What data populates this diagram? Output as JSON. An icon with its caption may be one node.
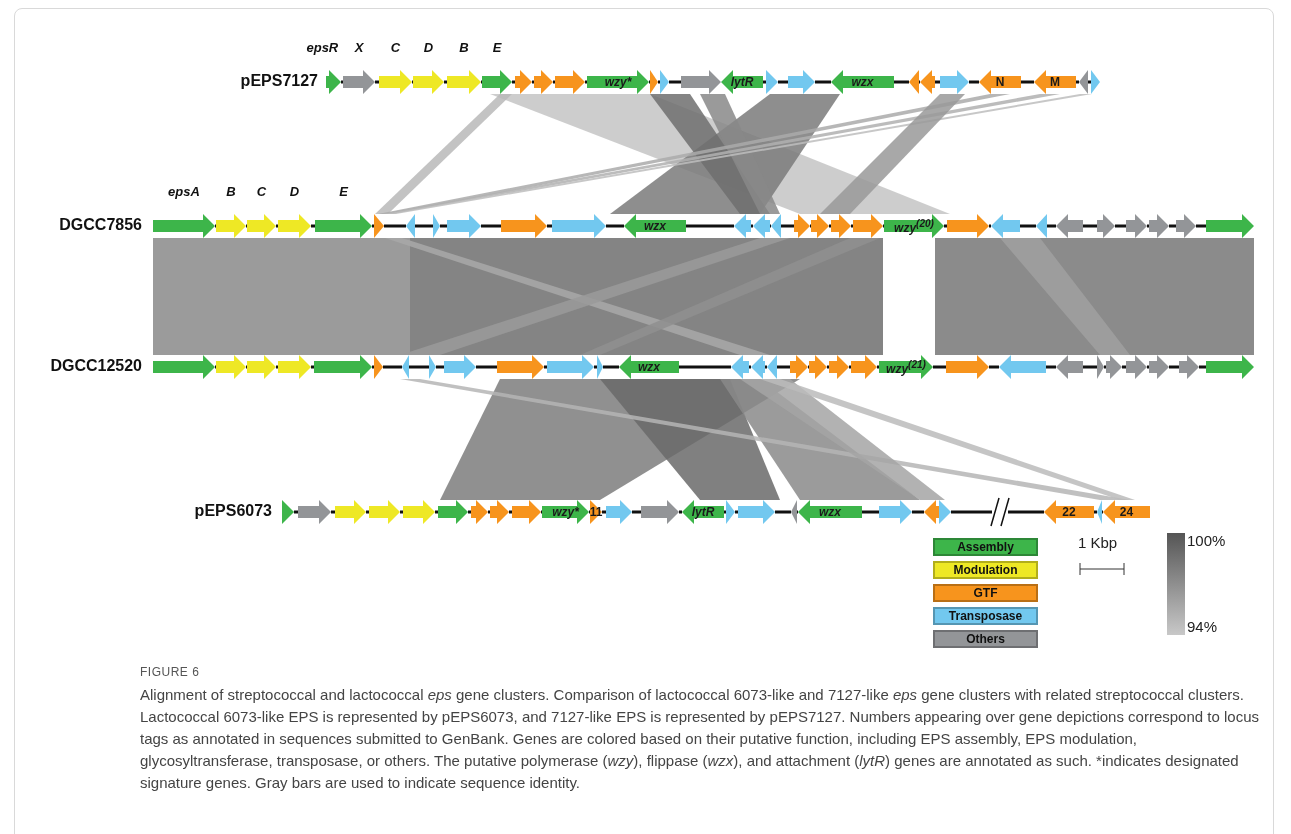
{
  "diagram": {
    "caption": "Alignment of streptococcal and lactococcal *eps* gene clusters. Comparison of lactococcal 6073-like and 7127-like *eps* gene clusters with related streptococcal clusters. Lactococcal 6073-like EPS is represented by pEPS6073, and 7127-like EPS is represented by pEPS7127. Numbers appearing over gene depictions correspond to locus tags as annotated in sequences submitted to GenBank. Genes are colored based on their putative function, including EPS assembly, EPS modulation, glycosyltransferase, transposase, or others. The putative polymerase (*wzy*), flippase (*wzx*), and attachment (*lytR*) genes are annotated as such. *indicates designated signature genes. Gray bars are used to indicate sequence identity.",
    "nodes": [
      {
        "text": [],
        "shape": "arrow",
        "beside": [
          "epsR"
        ]
      },
      {
        "text": [],
        "shape": "arrow",
        "beside": [
          "X"
        ]
      },
      {
        "text": [],
        "shape": "arrow",
        "beside": [
          "C"
        ]
      },
      {
        "text": [],
        "shape": "arrow",
        "beside": [
          "D"
        ]
      },
      {
        "text": [],
        "shape": "arrow",
        "beside": [
          "B"
        ]
      },
      {
        "text": [],
        "shape": "arrow",
        "beside": [
          "E"
        ]
      },
      {
        "text": [],
        "shape": "arrow"
      },
      {
        "text": [],
        "shape": "arrow"
      },
      {
        "text": [],
        "shape": "arrow"
      },
      {
        "text": [
          "wzy*"
        ]
      },
      {
        "text": [],
        "shape": "arrow"
      },
      {
        "text": [],
        "shape": "arrow"
      },
      {
        "text": [],
        "shape": "arrow"
      },
      {
        "text": [
          "lytR"
        ]
      },
      {
        "text": [],
        "shape": "arrow"
      },
      {
        "text": [],
        "shape": "arrow"
      },
      {
        "text": [
          "wzx"
        ]
      },
      {
        "text": [],
        "shape": "arrow"
      },
      {
        "text": [],
        "shape": "arrow"
      },
      {
        "text": [],
        "shape": "arrow"
      },
      {
        "text": [
          "N"
        ]
      },
      {
        "text": [
          "M"
        ]
      },
      {
        "text": [],
        "shape": "arrow"
      },
      {
        "text": [],
        "shape": "arrow"
      },
      {
        "text": [],
        "shape": "arrow",
        "beside": [
          "epsA"
        ]
      },
      {
        "text": [],
        "shape": "arrow",
        "beside": [
          "B"
        ]
      },
      {
        "text": [],
        "shape": "arrow",
        "beside": [
          "C"
        ]
      },
      {
        "text": [],
        "shape": "arrow",
        "beside": [
          "D"
        ]
      },
      {
        "text": [],
        "shape": "arrow",
        "beside": [
          "E"
        ]
      },
      {
        "text": [],
        "shape": "arrow"
      },
      {
        "text": [],
        "shape": "arrow"
      },
      {
        "text": [],
        "shape": "arrow"
      },
      {
        "text": [],
        "shape": "arrow"
      },
      {
        "text": [],
        "shape": "arrow"
      },
      {
        "text": [],
        "shape": "arrow"
      },
      {
        "text": [
          "wzx"
        ]
      },
      {
        "text": [],
        "shape": "arrow"
      },
      {
        "text": [],
        "shape": "arrow"
      },
      {
        "text": [],
        "shape": "arrow"
      },
      {
        "text": [],
        "shape": "arrow"
      },
      {
        "text": [],
        "shape": "arrow"
      },
      {
        "text": [],
        "shape": "arrow"
      },
      {
        "text": [],
        "shape": "arrow"
      },
      {
        "text": [
          "wzy$^{(20)}$"
        ]
      },
      {
        "text": [],
        "shape": "arrow"
      },
      {
        "text": [],
        "shape": "arrow"
      },
      {
        "text": [],
        "shape": "arrow"
      },
      {
        "text": [],
        "shape": "arrow"
      },
      {
        "text": [],
        "shape": "arrow"
      },
      {
        "text": [],
        "shape": "arrow"
      },
      {
        "text": [],
        "shape": "arrow"
      },
      {
        "text": [],
        "shape": "arrow"
      },
      {
        "text": [],
        "shape": "arrow"
      },
      {
        "text": [],
        "shape": "arrow"
      },
      {
        "text": [],
        "shape": "arrow"
      },
      {
        "text": [],
        "shape": "arrow"
      },
      {
        "text": [],
        "shape": "arrow"
      },
      {
        "text": [],
        "shape": "arrow"
      },
      {
        "text": [],
        "shape": "arrow"
      },
      {
        "text": [],
        "shape": "arrow"
      },
      {
        "text": [],
        "shape": "arrow"
      },
      {
        "text": [],
        "shape": "arrow"
      },
      {
        "text": [],
        "shape": "arrow"
      },
      {
        "text": [],
        "shape": "arrow"
      },
      {
        "text": [],
        "shape": "arrow"
      },
      {
        "text": [
          "wzx"
        ]
      },
      {
        "text": [],
        "shape": "arrow"
      },
      {
        "text": [],
        "shape": "arrow"
      },
      {
        "text": [],
        "shape": "arrow"
      },
      {
        "text": [],
        "shape": "arrow"
      },
      {
        "text": [],
        "shape": "arrow"
      },
      {
        "text": [],
        "shape": "arrow"
      },
      {
        "text": [],
        "shape": "arrow"
      },
      {
        "text": [
          "wzy$^{(21)}$"
        ]
      },
      {
        "text": [],
        "shape": "arrow"
      },
      {
        "text": [],
        "shape": "arrow"
      },
      {
        "text": [],
        "shape": "arrow"
      },
      {
        "text": [],
        "shape": "arrow"
      },
      {
        "text": [],
        "shape": "arrow"
      },
      {
        "text": [],
        "shape": "arrow"
      },
      {
        "text": [],
        "shape": "arrow"
      },
      {
        "text": [],
        "shape": "arrow"
      },
      {
        "text": [],
        "shape": "arrow"
      },
      {
        "text": [],
        "shape": "arrow"
      },
      {
        "text": [],
        "shape": "arrow"
      },
      {
        "text": [],
        "shape": "arrow"
      },
      {
        "text": [],
        "shape": "arrow"
      },
      {
        "text": [],
        "shape": "arrow"
      },
      {
        "text": [],
        "shape": "arrow"
      },
      {
        "text": [],
        "shape": "arrow"
      },
      {
        "text": [],
        "shape": "arrow"
      },
      {
        "text": [],
        "shape": "arrow"
      },
      {
        "text": [
          "wzy*"
        ]
      },
      {
        "text": [
          "11"
        ]
      },
      {
        "text": [],
        "shape": "arrow"
      },
      {
        "text": [],
        "shape": "arrow"
      },
      {
        "text": [
          "lytR"
        ]
      },
      {
        "text": [],
        "shape": "arrow"
      },
      {
        "text": [],
        "shape": "arrow"
      },
      {
        "text": [],
        "shape": "arrow"
      },
      {
        "text": [
          "wzx"
        ]
      },
      {
        "text": [],
        "shape": "arrow"
      },
      {
        "text": [],
        "shape": "arrow"
      },
      {
        "text": [],
        "shape": "arrow"
      },
      {
        "text": [
          "22"
        ]
      },
      {
        "text": [],
        "shape": "arrow"
      },
      {
        "text": [
          "24"
        ]
      },
      {
        "text": [],
        "shape": "bar",
        "beside": [
          "100%",
          "94%"
        ]
      }
    ],
    "labels": [
      "pEPS7127",
      "DGCC7856",
      "DGCC12520",
      "pEPS6073",
      "1 Kbp",
      "FIGURE 6"
    ],
    "legend": [
      {
        "text": "Assembly",
        "color": "#3db54a"
      },
      {
        "text": "Modulation",
        "color": "#eee825"
      },
      {
        "text": "GTF",
        "color": "#f7941d"
      },
      {
        "text": "Transposase",
        "color": "#72c8ef"
      },
      {
        "text": "Others",
        "color": "#939598"
      }
    ]
  }
}
